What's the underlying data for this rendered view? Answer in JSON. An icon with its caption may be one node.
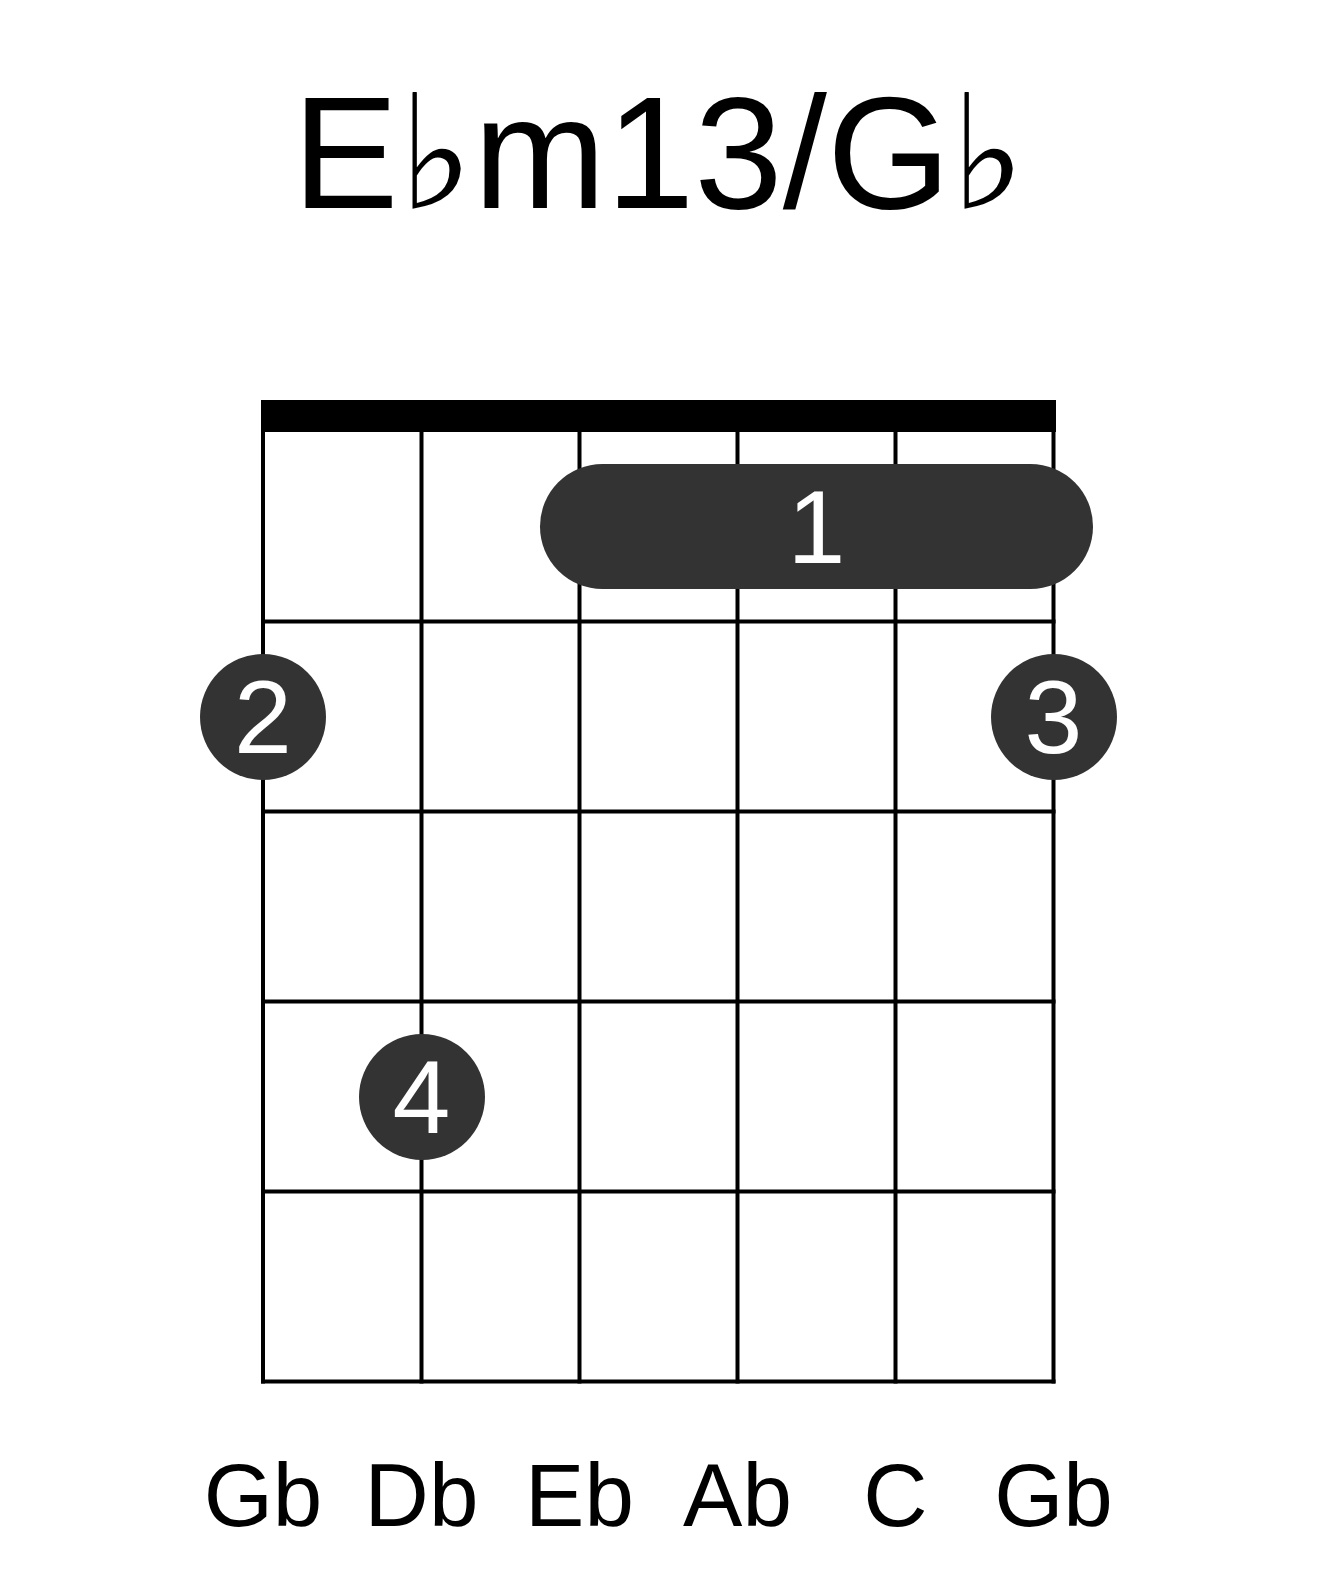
{
  "diagram": {
    "title": "E♭m13/G♭",
    "nodes": [
      {
        "text": [
          "1"
        ]
      },
      {
        "text": [
          "2"
        ]
      },
      {
        "text": [
          "3"
        ]
      },
      {
        "text": [
          "4"
        ]
      }
    ],
    "labels": [
      "Gb",
      "Db",
      "Eb",
      "Ab",
      "C",
      "Gb"
    ]
  }
}
